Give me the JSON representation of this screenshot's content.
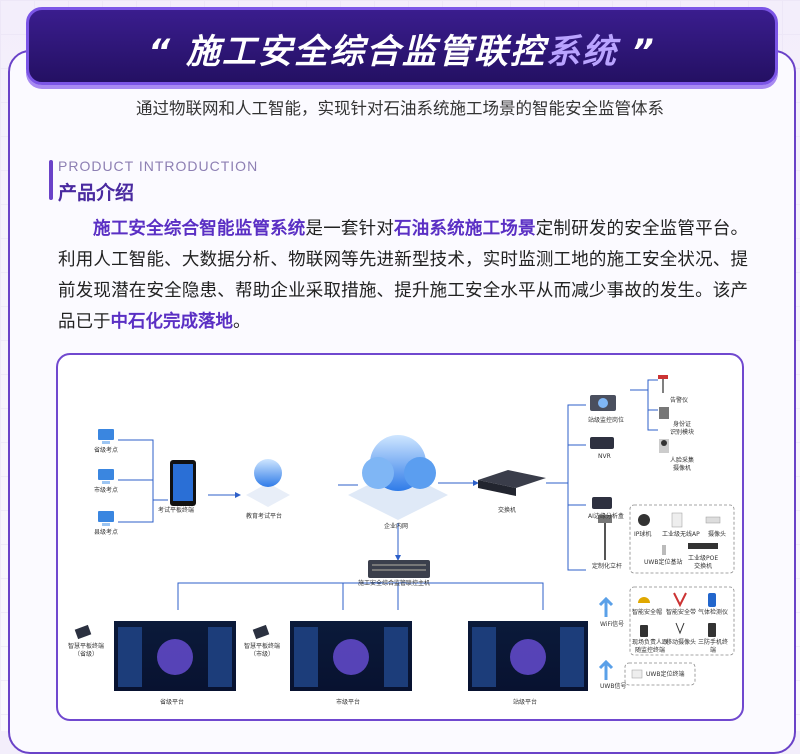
{
  "header": {
    "quote_open": "“",
    "title_main": "施工安全综合监管联控",
    "title_hl": "系统",
    "quote_close": "”"
  },
  "subtitle": "通过物联网和人工智能，实现针对石油系统施工场景的智能安全监管体系",
  "section": {
    "en": "PRODUCT INTRODUCTION",
    "cn": "产品介绍"
  },
  "intro": {
    "p1_em": "施工安全综合智能监管系统",
    "p2": "是一套针对",
    "p3_em": "石油系统施工场景",
    "p4": "定制研发的安全监管平台。利用人工智能、大数据分析、物联网等先进新型技术，实时监测工地的施工安全状况、提前发现潜在安全隐患、帮助企业采取措施、提升施工安全水平从而减少事故的发生。该产品已于",
    "p5_em": "中石化完成落地",
    "p6": "。"
  },
  "diagram": {
    "exam_points": [
      "省级考点",
      "市级考点",
      "县级考点"
    ],
    "tablet": "考试平板终端",
    "edu_platform": "教育考试平台",
    "intranet": "企业内网",
    "switch": "交换机",
    "server": "施工安全综合监管联控主机",
    "site_monitor": "站级监控岗位",
    "right_top": [
      "告警仪",
      "身份证\n识别模块",
      "人脸采集\n摄像机"
    ],
    "nvr": "NVR",
    "ai_box": "AI边缘分析盒",
    "pole": "定制化立杆",
    "cams": [
      "IP球机",
      "工业级无线AP",
      "摄像头"
    ],
    "cams2": [
      "UWB定位基站",
      "工业级POE\n交换机"
    ],
    "wifi": "WiFi信号",
    "uwb": "UWB信号",
    "devices1": [
      "智能安全帽",
      "智能安全带",
      "气体检测仪"
    ],
    "devices2": [
      "现场负责人跟\n随监控终端",
      "移动摄像头",
      "三防手机终\n端"
    ],
    "uwb_tag": "UWB定位终端",
    "terminals": [
      "智慧平板终端\n（省级）",
      "智慧平板终端\n（市级）"
    ],
    "platforms": [
      "省级平台",
      "市级平台",
      "站级平台"
    ]
  },
  "colors": {
    "accent": "#6a42c8",
    "banner": "#2a1470",
    "highlight": "#5a2fc4"
  }
}
